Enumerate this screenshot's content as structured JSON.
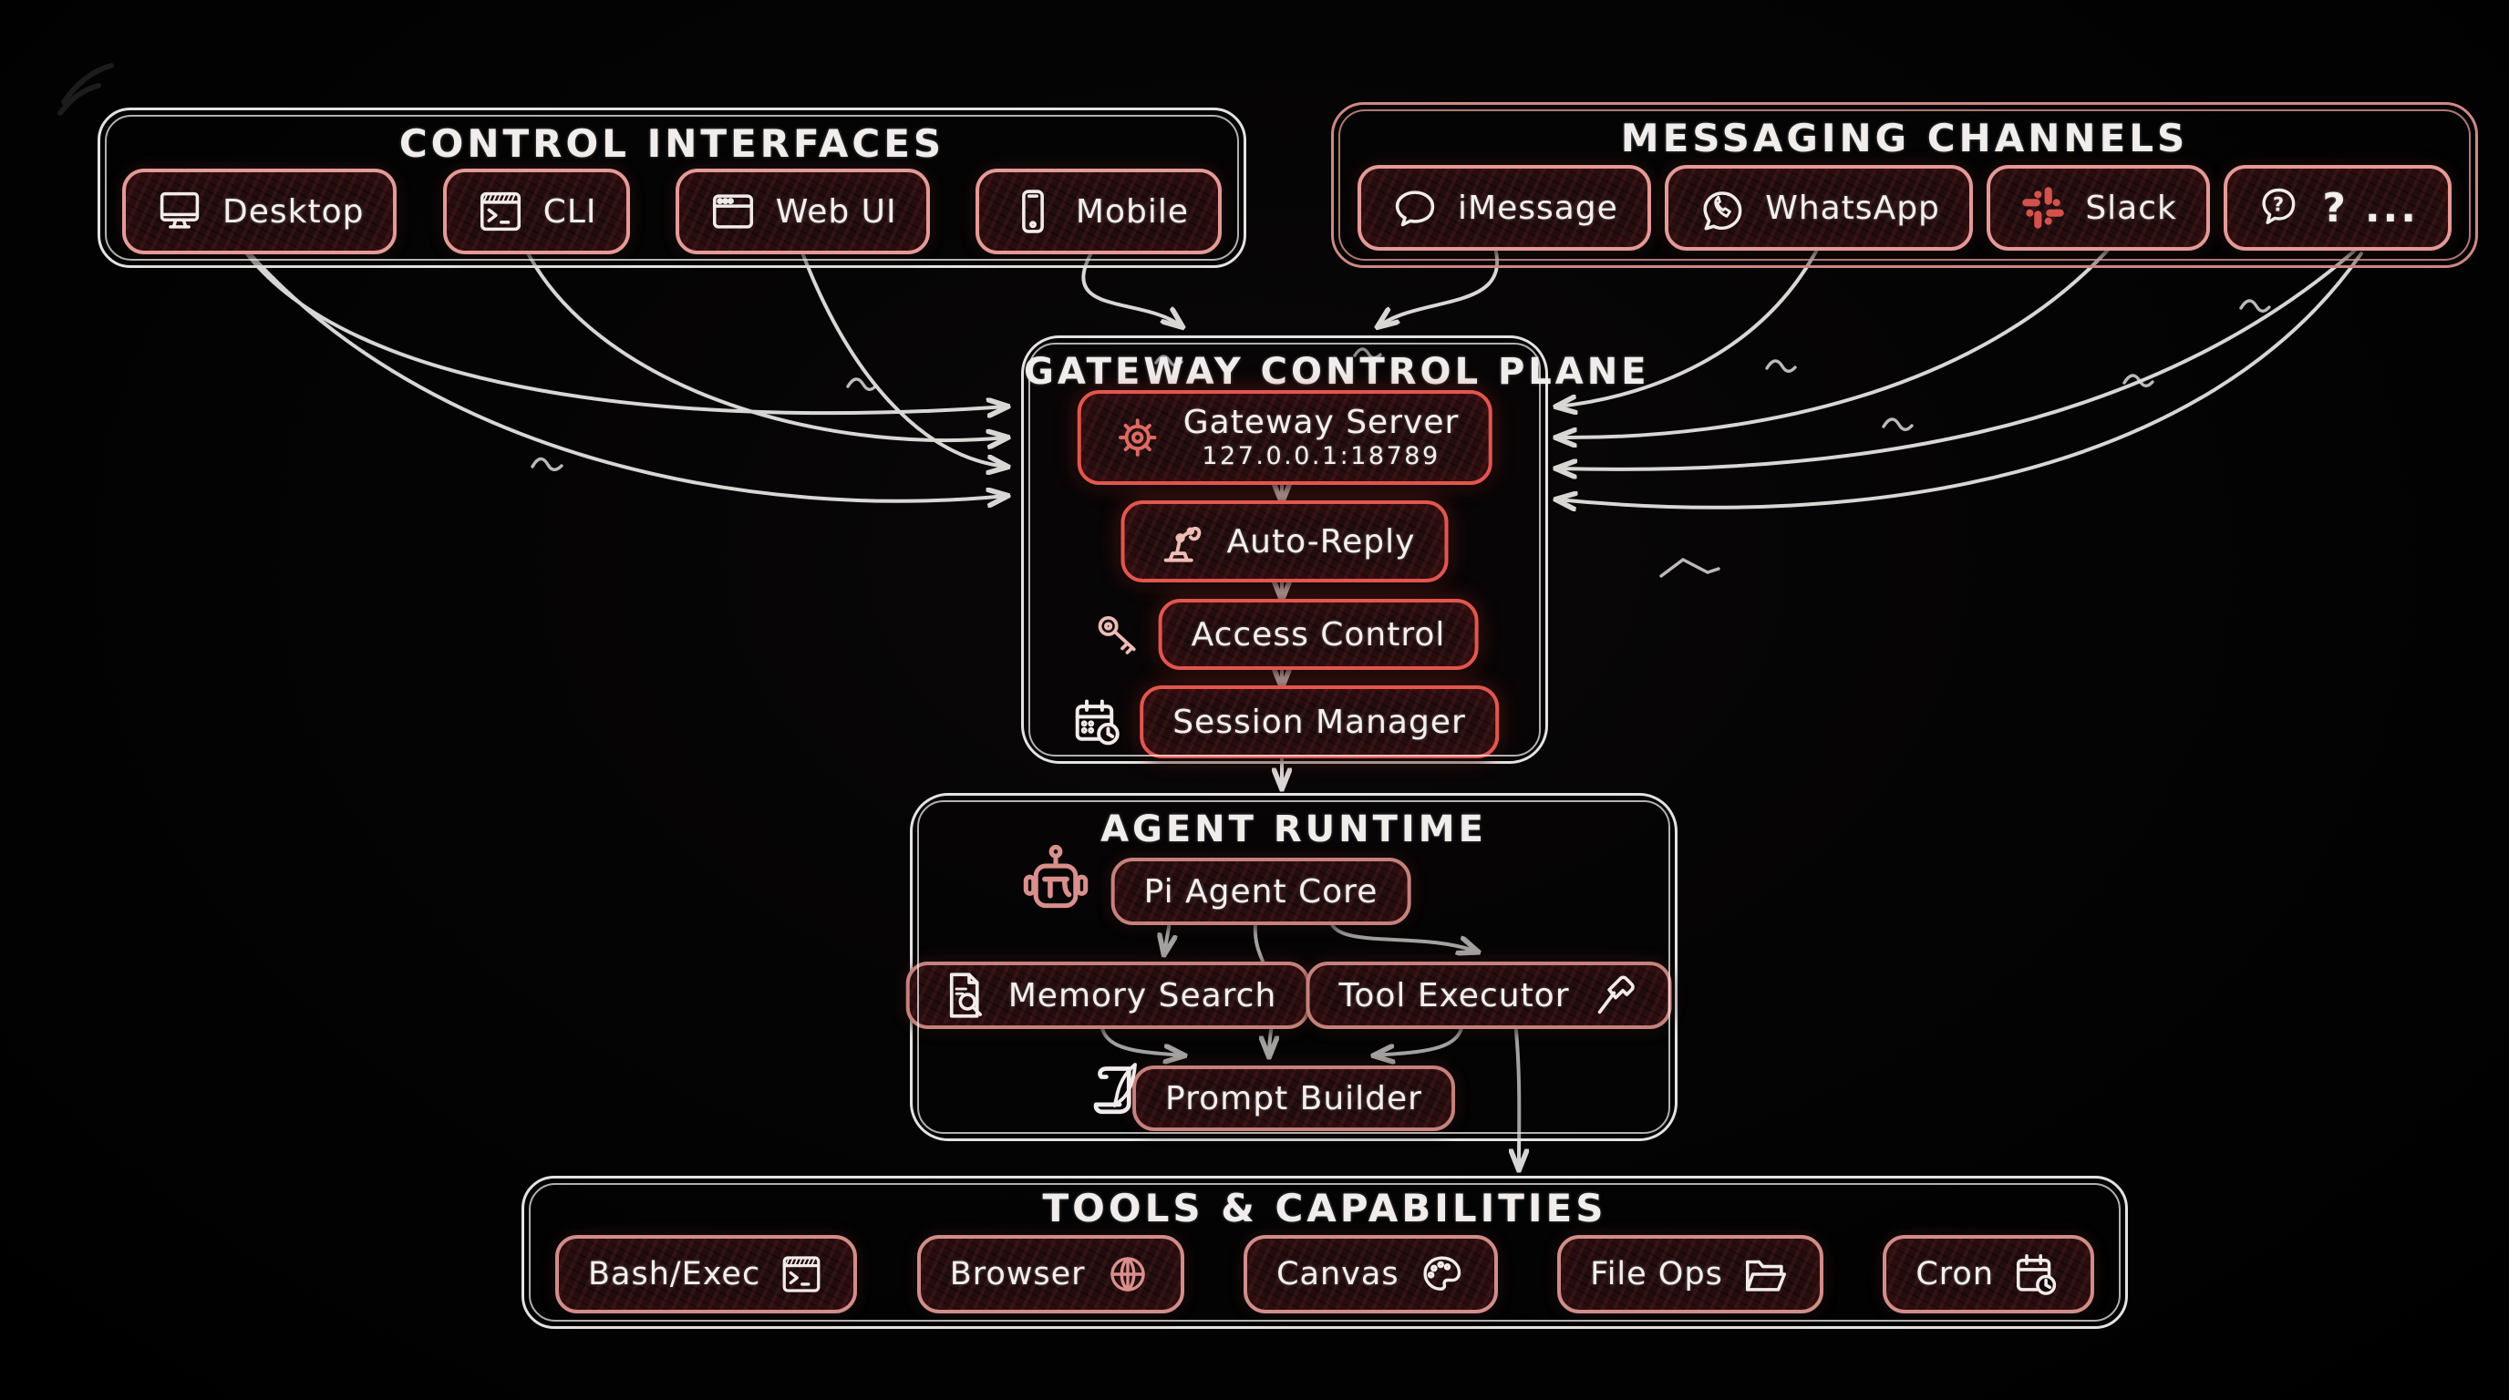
{
  "colors": {
    "background": "#030303",
    "chalk_white": "#e9e7e4",
    "accent_pink": "#e49a96",
    "accent_red": "#e2564e",
    "node_fill": "#220d0f",
    "text": "#f4f0ee"
  },
  "control_interfaces": {
    "title": "CONTROL INTERFACES",
    "items": [
      {
        "label": "Desktop",
        "icon": "desktop-monitor-icon"
      },
      {
        "label": "CLI",
        "icon": "terminal-icon"
      },
      {
        "label": "Web UI",
        "icon": "browser-window-icon"
      },
      {
        "label": "Mobile",
        "icon": "smartphone-icon"
      }
    ]
  },
  "messaging_channels": {
    "title": "MESSAGING CHANNELS",
    "items": [
      {
        "label": "iMessage",
        "icon": "speech-bubble-icon"
      },
      {
        "label": "WhatsApp",
        "icon": "whatsapp-icon"
      },
      {
        "label": "Slack",
        "icon": "slack-icon"
      },
      {
        "label": "?",
        "suffix": "...",
        "icon": "question-bubble-icon"
      }
    ]
  },
  "gateway_control_plane": {
    "title": "GATEWAY CONTROL PLANE",
    "nodes": [
      {
        "label": "Gateway Server",
        "address": "127.0.0.1:18789",
        "icon": "gear-icon"
      },
      {
        "label": "Auto-Reply",
        "icon": "robot-arm-icon"
      },
      {
        "label": "Access Control",
        "icon": "key-icon"
      },
      {
        "label": "Session Manager",
        "icon": "calendar-clock-icon"
      }
    ]
  },
  "agent_runtime": {
    "title": "AGENT RUNTIME",
    "nodes": [
      {
        "label": "Pi Agent Core",
        "icon": "pi-robot-icon"
      },
      {
        "label": "Memory Search",
        "icon": "document-search-icon"
      },
      {
        "label": "Tool Executor",
        "icon": "hammer-icon"
      },
      {
        "label": "Prompt Builder",
        "icon": "scroll-quill-icon"
      }
    ]
  },
  "tools_capabilities": {
    "title": "TOOLS & CAPABILITIES",
    "items": [
      {
        "label": "Bash/Exec",
        "icon": "terminal-icon"
      },
      {
        "label": "Browser",
        "icon": "globe-icon"
      },
      {
        "label": "Canvas",
        "icon": "palette-icon"
      },
      {
        "label": "File Ops",
        "icon": "folder-icon"
      },
      {
        "label": "Cron",
        "icon": "calendar-clock-icon"
      }
    ]
  }
}
